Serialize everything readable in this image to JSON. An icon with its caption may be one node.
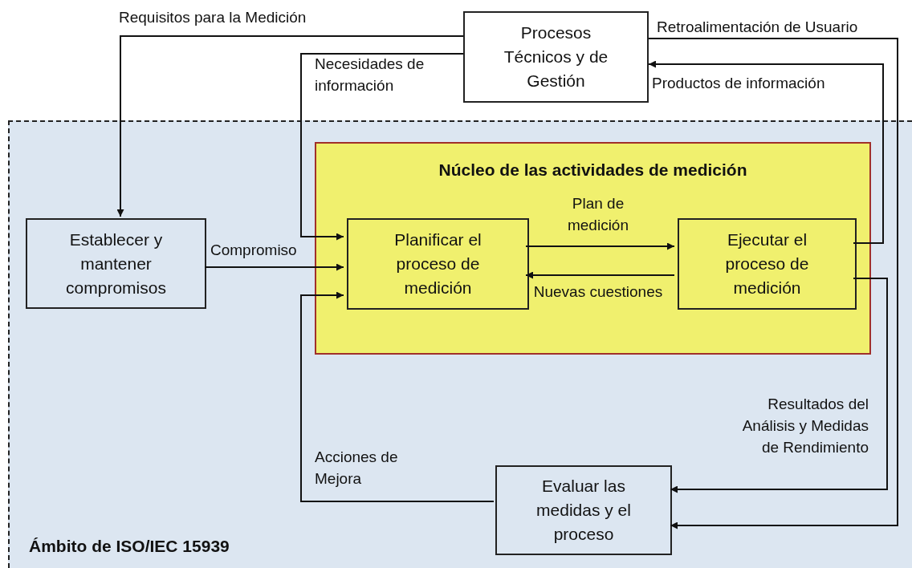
{
  "diagram": {
    "nodes": [
      {
        "text": [
          "Ámbito de ISO/IEC 15939"
        ]
      },
      {
        "text": [
          "Procesos Técnicos y de Gestión"
        ]
      },
      {
        "text": [
          "Núcleo de las actividades de medición"
        ],
        "in": 0
      },
      {
        "text": [
          "Establecer y mantener compromisos"
        ],
        "in": 0
      },
      {
        "text": [
          "Planificar  el proceso de medición"
        ],
        "in": 2
      },
      {
        "text": [
          "Ejecutar el proceso de medición"
        ],
        "in": 2
      },
      {
        "text": [
          "Evaluar las medidas y el proceso"
        ],
        "in": 0
      }
    ],
    "edges": [
      {
        "from": 1,
        "to": 3,
        "arrow": "to",
        "label": "Requisitos para la Medición"
      },
      {
        "from": 1,
        "to": 4,
        "arrow": "to",
        "label": "Necesidades de información"
      },
      {
        "from": 3,
        "to": 4,
        "arrow": "to",
        "label": "Compromiso"
      },
      {
        "from": 4,
        "to": 5,
        "arrow": "to",
        "label": "Plan de medición"
      },
      {
        "from": 5,
        "to": 4,
        "arrow": "to",
        "label": "Nuevas cuestiones"
      },
      {
        "from": 5,
        "to": 1,
        "arrow": "to",
        "label": "Productos de información"
      },
      {
        "from": 1,
        "to": 6,
        "arrow": "to",
        "label": "Retroalimentación de Usuario"
      },
      {
        "from": 5,
        "to": 6,
        "arrow": "to",
        "label": "Resultados del Análisis y Medidas de Rendimiento"
      },
      {
        "from": 6,
        "to": 4,
        "arrow": "to",
        "label": "Acciones de Mejora"
      }
    ]
  }
}
